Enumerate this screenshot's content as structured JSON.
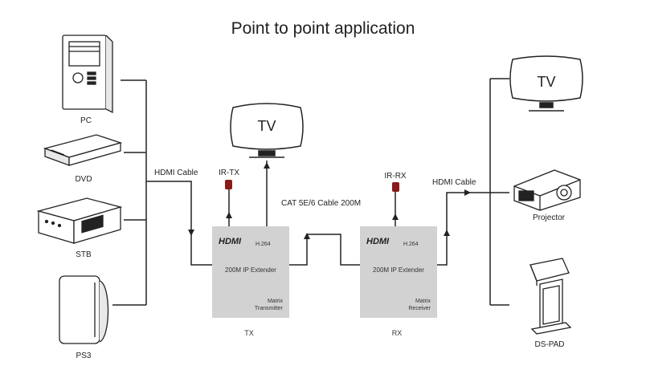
{
  "title": "Point to point application",
  "sources": [
    {
      "label": "PC",
      "icon": "pc-tower-icon"
    },
    {
      "label": "DVD",
      "icon": "dvd-player-icon"
    },
    {
      "label": "STB",
      "icon": "set-top-box-icon"
    },
    {
      "label": "PS3",
      "icon": "ps3-console-icon"
    }
  ],
  "displays": [
    {
      "label": "TV",
      "icon": "tv-icon"
    },
    {
      "label": "Projector",
      "icon": "projector-icon"
    },
    {
      "label": "DS-PAD",
      "icon": "ds-pad-kiosk-icon"
    }
  ],
  "tx_tv_label": "TV",
  "cables": {
    "left": "HDMI Cable",
    "middle": "CAT 5E/6 Cable 200M",
    "right": "HDMI Cable"
  },
  "ir": {
    "tx": "IR-TX",
    "rx": "IR-RX"
  },
  "transmitter": {
    "hdmi": "HDMI",
    "codec": "H.264",
    "name": "200M IP Extender",
    "role_line1": "Matrix",
    "role_line2": "Transmitter",
    "caption": "TX"
  },
  "receiver": {
    "hdmi": "HDMI",
    "codec": "H.264",
    "name": "200M IP Extender",
    "role_line1": "Matrix",
    "role_line2": "Receiver",
    "caption": "RX"
  },
  "colors": {
    "box": "#d2d2d2",
    "ir": "#8b1a1a",
    "line": "#222222"
  }
}
